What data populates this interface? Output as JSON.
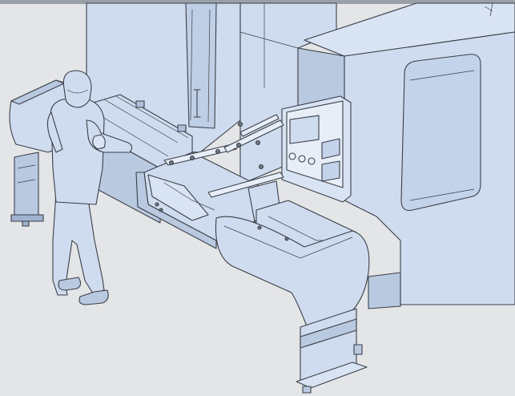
{
  "illustration": {
    "subject": "cnc-machine-with-operator",
    "colors": {
      "background": "#e4e5e7",
      "fill": "#cfdcef",
      "fill_dark": "#b9c9e0",
      "stroke": "#3a3f48",
      "panel": "#e8eef7"
    },
    "control_panel": {
      "displays": 2,
      "knobs": 3
    }
  }
}
